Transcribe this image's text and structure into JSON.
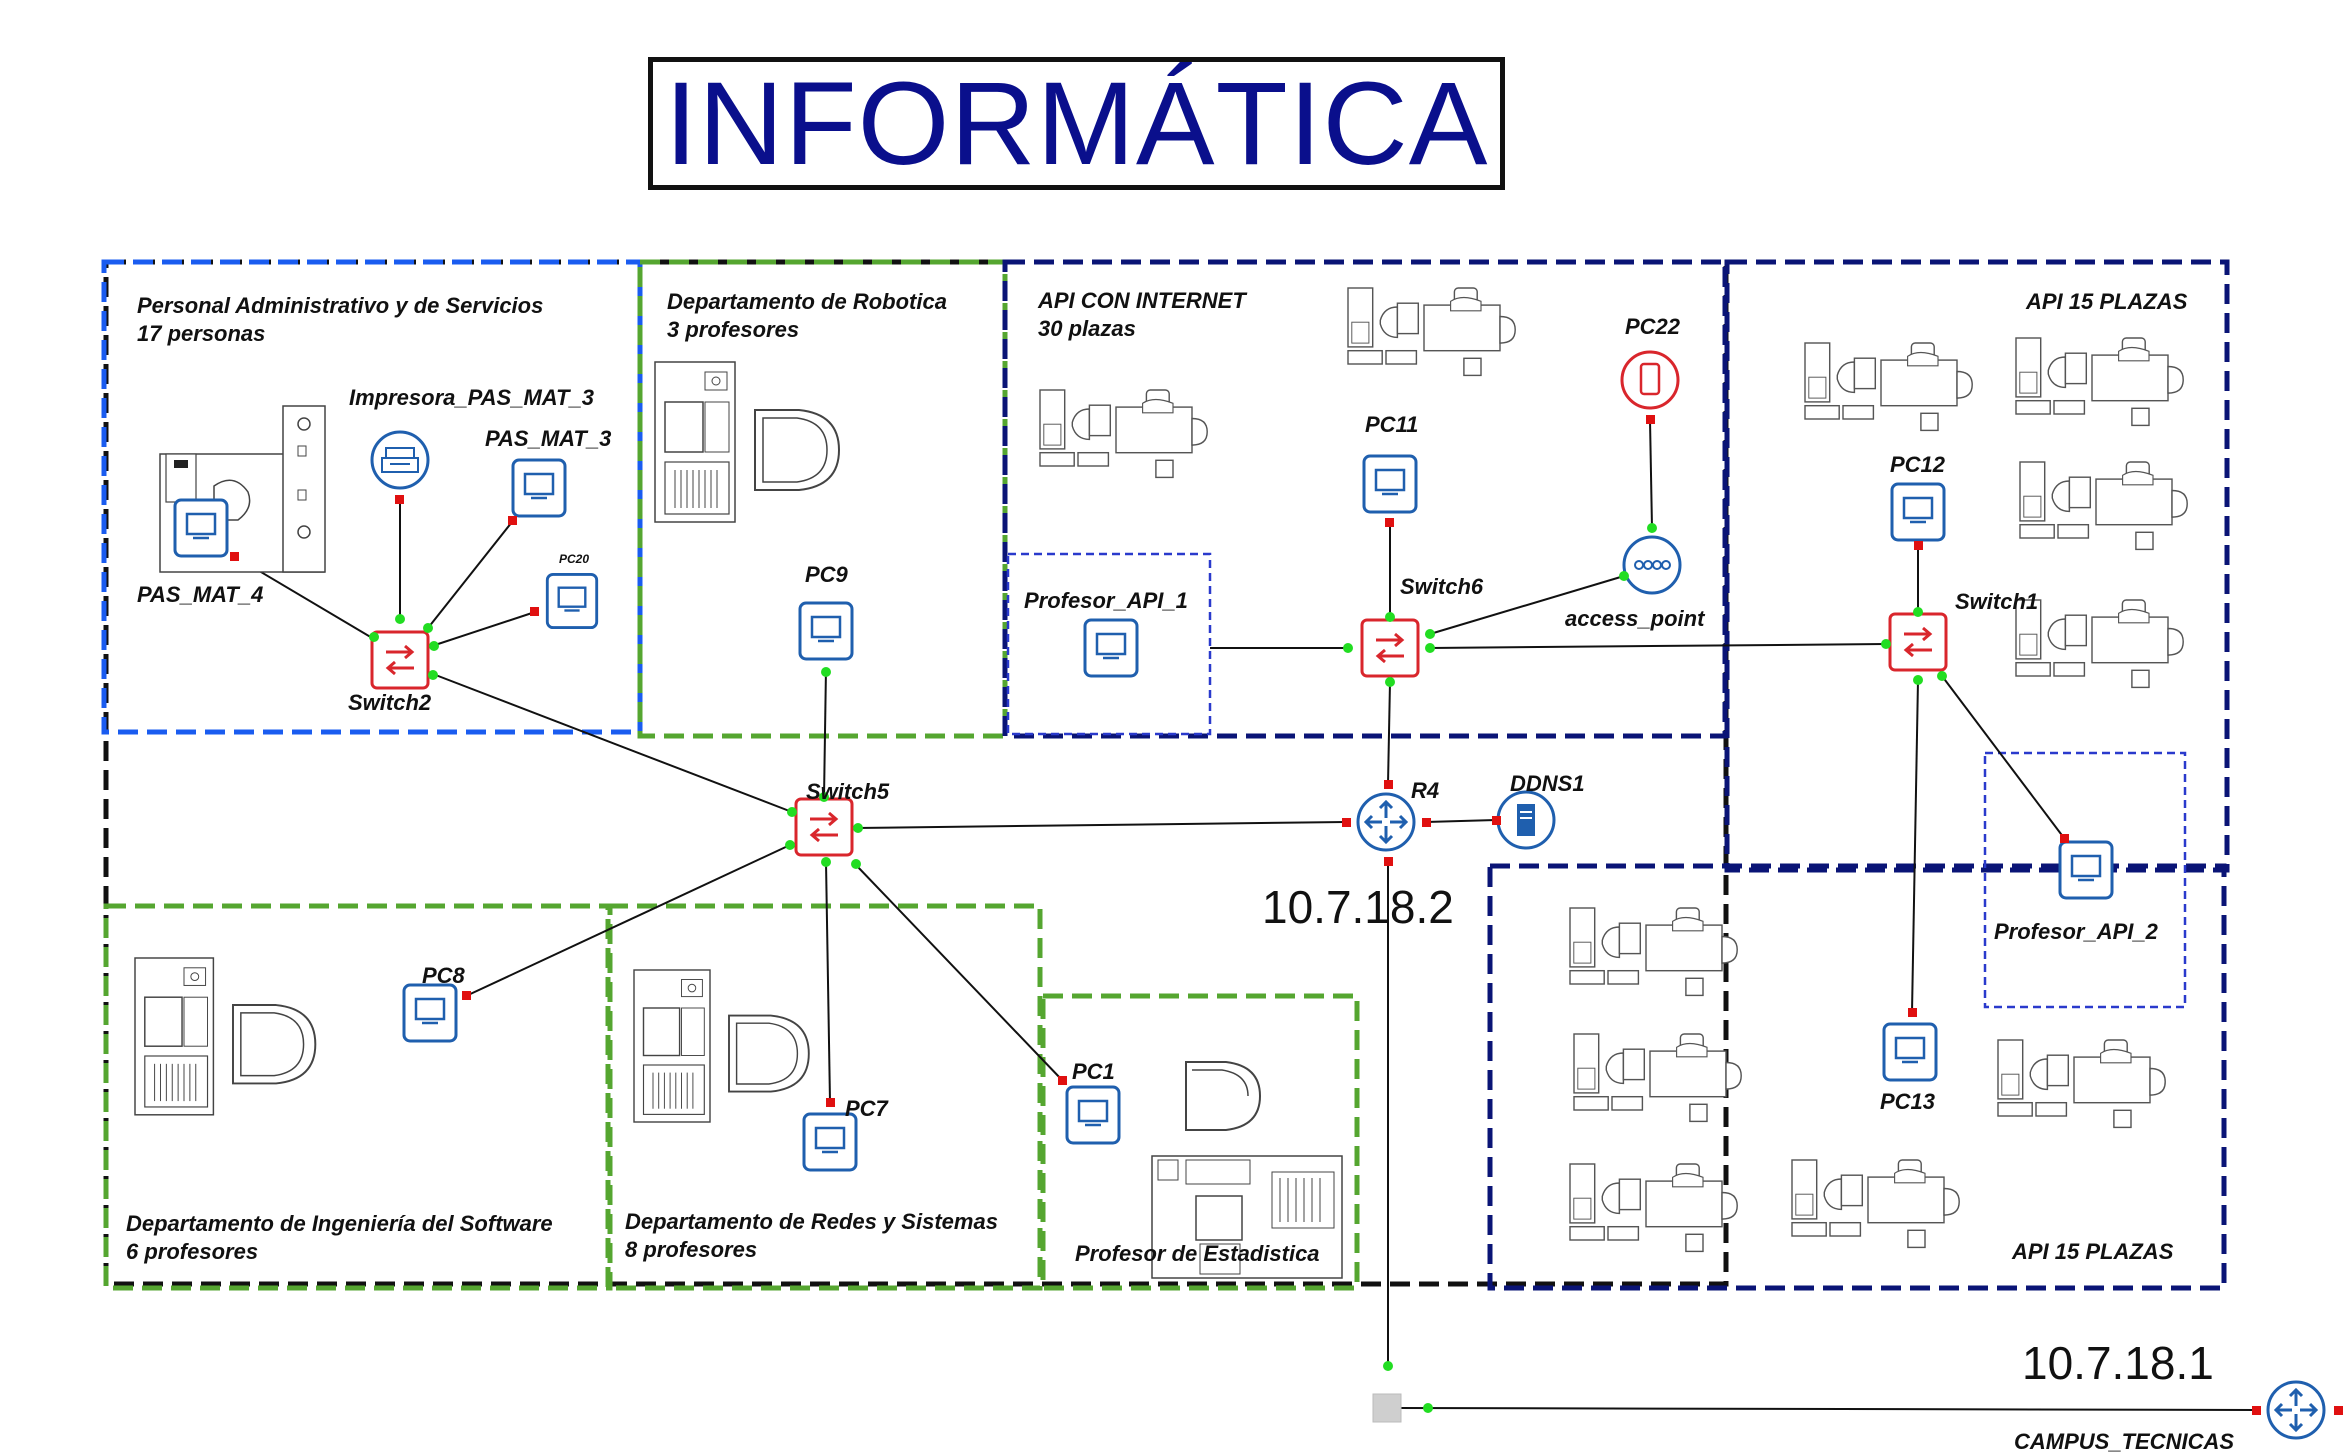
{
  "title": "INFORMÁTICA",
  "areas": {
    "pas": {
      "line1": "Personal Administrativo y de Servicios",
      "line2": "17 personas"
    },
    "robotica": {
      "line1": "Departamento de Robotica",
      "line2": "3 profesores"
    },
    "api_internet": {
      "line1": "API CON INTERNET",
      "line2": "30 plazas"
    },
    "api15_top": {
      "line1": "API  15 PLAZAS"
    },
    "software": {
      "line1": "Departamento de Ingeniería del Software",
      "line2": "6 profesores"
    },
    "redes": {
      "line1": "Departamento de Redes y Sistemas",
      "line2": "8 profesores"
    },
    "estadistica": {
      "line1": "Profesor de Estadistica"
    },
    "api15_bottom": {
      "line1": "API  15 PLAZAS"
    }
  },
  "devices": {
    "impresora": "Impresora_PAS_MAT_3",
    "pas_mat_3": "PAS_MAT_3",
    "pc20": "PC20",
    "pas_mat_4": "PAS_MAT_4",
    "switch2": "Switch2",
    "pc9": "PC9",
    "switch5": "Switch5",
    "pc8": "PC8",
    "pc7": "PC7",
    "pc1": "PC1",
    "profesor_api_1": "Profesor_API_1",
    "pc11": "PC11",
    "switch6": "Switch6",
    "pc22": "PC22",
    "access_point": "access_point",
    "r4": "R4",
    "ddns1": "DDNS1",
    "pc12": "PC12",
    "switch1": "Switch1",
    "profesor_api_2": "Profesor_API_2",
    "pc13": "PC13",
    "campus": "CAMPUS_TECNICAS"
  },
  "ips": {
    "r4": "10.7.18.2",
    "campus": "10.7.18.1"
  },
  "colors": {
    "title": "#0a0f8c",
    "switch": "#d9262c",
    "router": "#1f5fae",
    "pc": "#1f5fae",
    "zone_blue": "#1a5cf0",
    "zone_green": "#55a630",
    "zone_navy": "#0a1476",
    "zone_black": "#111111",
    "port_up": "#22dd22",
    "port_down": "#e01010"
  },
  "icons": {
    "pc": "monitor-icon",
    "switch": "switch-arrows-icon",
    "router": "router-arrows-icon",
    "printer": "printer-icon",
    "phone": "smartphone-icon",
    "access_point": "wireless-ap-icon",
    "server": "server-icon",
    "furniture": "office-desk-icon"
  }
}
